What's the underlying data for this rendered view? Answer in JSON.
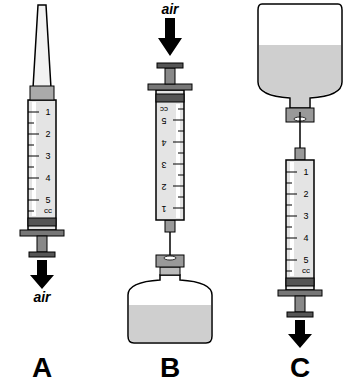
{
  "diagram": {
    "labels": [
      "1",
      "2",
      "3",
      "4",
      "5",
      "cc",
      "air",
      "A",
      "air",
      "1",
      "2",
      "3",
      "4",
      "5",
      "cc",
      "B",
      "1",
      "2",
      "3",
      "4",
      "5",
      "cc",
      "C"
    ]
  }
}
